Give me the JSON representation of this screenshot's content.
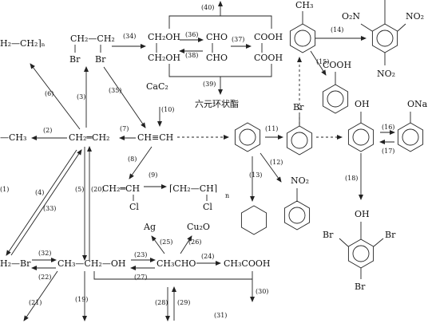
{
  "molecules": {
    "polyethylene_left": "H₂—CH₂⌉ₙ",
    "dibromoethane_top": "CH₂—CH₂",
    "dibromoethane_br1": "Br",
    "dibromoethane_br2": "Br",
    "ethylene_glycol_1": "CH₂OH",
    "ethylene_glycol_2": "CH₂OH",
    "glyoxal_1": "CHO",
    "glyoxal_2": "CHO",
    "oxalic_1": "COOH",
    "oxalic_2": "COOH",
    "six_ring_ester": "六元环状酯",
    "calcium_carbide": "CaC₂",
    "ethane_left": "—CH₃",
    "ethylene": "CH₂═CH₂",
    "acetylene": "CH≡CH",
    "vinyl_chloride": "CH₂═CH",
    "vinyl_cl": "Cl",
    "pvc": "⌈CH₂—CH⌉",
    "pvc_n": "n",
    "pvc_cl": "Cl",
    "silver": "Ag",
    "copper_oxide": "Cu₂O",
    "ethyl_bromide": "H₂—Br",
    "ethanol": "CH₃—CH₂—OH",
    "acetaldehyde": "CH₃CHO",
    "acetic_acid": "CH₃COOH",
    "toluene_methyl": "CH₃",
    "tnt_no2_a": "O₂N",
    "tnt_no2_b": "NO₂",
    "tnt_no2_c": "NO₂",
    "benzoic_acid": "COOH",
    "bromobenzene_br": "Br",
    "phenol_oh": "OH",
    "phenoxide_ona": "ONa",
    "nitrobenzene_no2": "NO₂",
    "tribromophenol_oh": "OH",
    "tribromophenol_br1": "Br",
    "tribromophenol_br2": "Br",
    "tribromophenol_br3": "Br"
  },
  "reaction_numbers": [
    "(1)",
    "(2)",
    "(3)",
    "(4)",
    "(5)",
    "(6)",
    "(7)",
    "(8)",
    "(9)",
    "(10)",
    "(11)",
    "(12)",
    "(13)",
    "(14)",
    "(15)",
    "(16)",
    "(17)",
    "(18)",
    "(19)",
    "(20)",
    "(21)",
    "(22)",
    "(23)",
    "(24)",
    "(25)",
    "(26)",
    "(27)",
    "(28)",
    "(29)",
    "(30)",
    "(31)",
    "(32)",
    "(33)",
    "(34)",
    "(35)",
    "(36)",
    "(37)",
    "(38)",
    "(39)",
    "(40)"
  ]
}
